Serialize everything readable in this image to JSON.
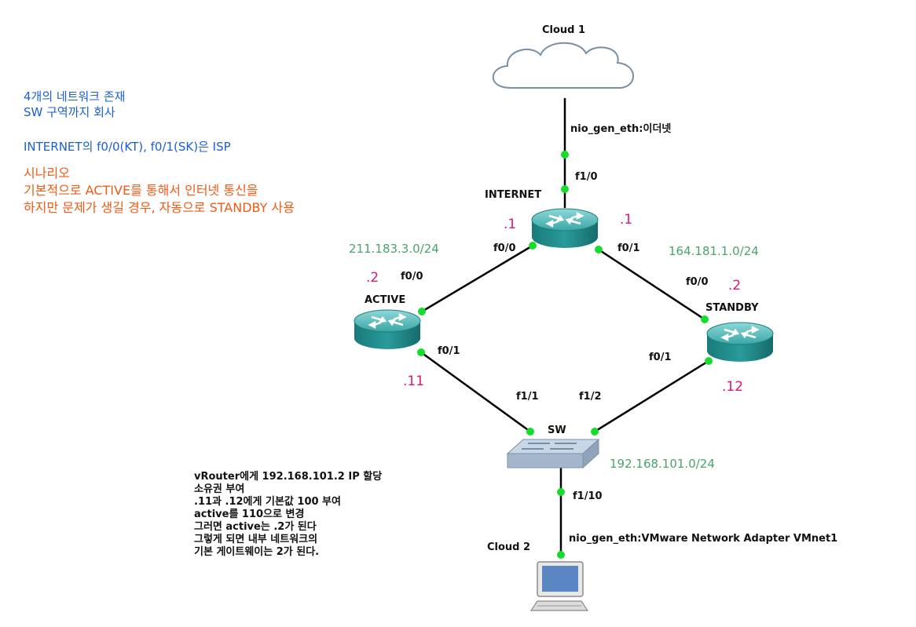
{
  "notes": {
    "blue": [
      "4개의 네트워크 존재",
      "SW 구역까지 회사",
      "",
      "INTERNET의 f0/0(KT), f0/1(SK)은 ISP"
    ],
    "orange": [
      "시나리오",
      "기본적으로 ACTIVE를 통해서 인터넷 통신을",
      "하지만 문제가 생길 경우, 자동으로 STANDBY 사용"
    ],
    "black": [
      "vRouter에게 192.168.101.2 IP 할당",
      "소유권 부여",
      ".11과 .12에게 기본값 100 부여",
      "active를 110으로 변경",
      "그러면 active는 .2가 된다",
      "그렇게 되면 내부 네트워크의",
      "기본 게이트웨이는 2가 된다."
    ]
  },
  "nodes": {
    "cloud1": "Cloud 1",
    "internet": "INTERNET",
    "active": "ACTIVE",
    "standby": "STANDBY",
    "sw": "SW",
    "cloud2": "Cloud 2"
  },
  "links": {
    "cloud1_nio": "nio_gen_eth:이더넷",
    "internet_f10": "f1/0",
    "internet_f00": "f0/0",
    "internet_f01": "f0/1",
    "active_f00": "f0/0",
    "active_f01": "f0/1",
    "standby_f00": "f0/0",
    "standby_f01": "f0/1",
    "sw_f11": "f1/1",
    "sw_f12": "f1/2",
    "sw_f110": "f1/10",
    "cloud2_nio": "nio_gen_eth:VMware Network Adapter VMnet1"
  },
  "ips": {
    "internet_left": ".1",
    "internet_right": ".1",
    "active_up": ".2",
    "standby_up": ".2",
    "active_down": ".11",
    "standby_down": ".12"
  },
  "networks": {
    "left": "211.183.3.0/24",
    "right": "164.181.1.0/24",
    "lan": "192.168.101.0/24"
  },
  "colors": {
    "router_body": "#1f8f8f",
    "router_top": "#6fc7c7",
    "link_dot": "#16dd2c",
    "ip_label": "#e0147a",
    "network_label": "#4aa36e"
  }
}
